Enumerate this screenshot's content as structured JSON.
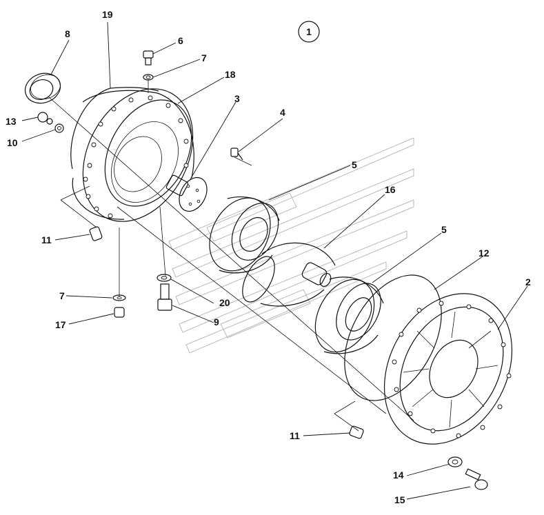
{
  "figure": {
    "view_number": "1",
    "callouts": [
      {
        "id": "c19",
        "label": "19"
      },
      {
        "id": "c8",
        "label": "8"
      },
      {
        "id": "c6",
        "label": "6"
      },
      {
        "id": "c7a",
        "label": "7"
      },
      {
        "id": "c18",
        "label": "18"
      },
      {
        "id": "c3",
        "label": "3"
      },
      {
        "id": "c4",
        "label": "4"
      },
      {
        "id": "c13",
        "label": "13"
      },
      {
        "id": "c10",
        "label": "10"
      },
      {
        "id": "c5a",
        "label": "5"
      },
      {
        "id": "c16",
        "label": "16"
      },
      {
        "id": "c5b",
        "label": "5"
      },
      {
        "id": "c12",
        "label": "12"
      },
      {
        "id": "c2",
        "label": "2"
      },
      {
        "id": "c11a",
        "label": "11"
      },
      {
        "id": "c7b",
        "label": "7"
      },
      {
        "id": "c20",
        "label": "20"
      },
      {
        "id": "c17",
        "label": "17"
      },
      {
        "id": "c9",
        "label": "9"
      },
      {
        "id": "c11b",
        "label": "11"
      },
      {
        "id": "c14",
        "label": "14"
      },
      {
        "id": "c15",
        "label": "15"
      }
    ]
  }
}
